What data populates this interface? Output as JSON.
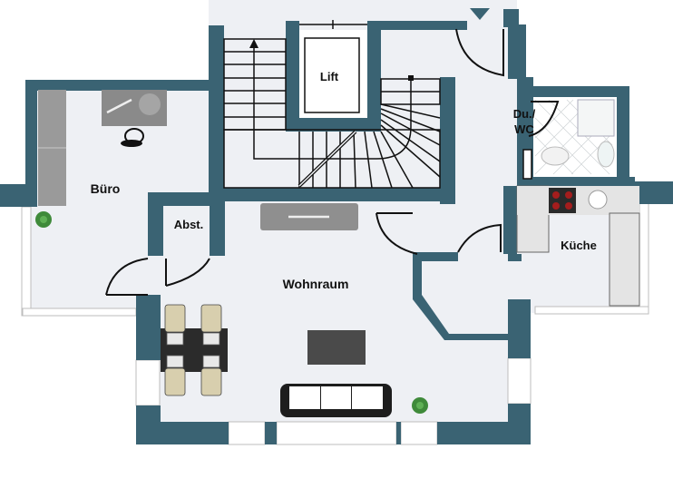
{
  "plan": {
    "title": "Floor plan",
    "colors": {
      "wall": "#3a6373",
      "floor": "#eef0f4",
      "lift_floor": "#ffffff",
      "line": "#111111",
      "furniture_dark": "#2b2b2b",
      "chair": "#d8cfae",
      "plant": "#3f8a3a",
      "cabinet": "#8a8a8a",
      "stove": "#2a2a2a",
      "hotplate": "#a41d1d",
      "window_frame": "#bdbdbd"
    },
    "rooms": [
      {
        "id": "buero",
        "label": "Büro"
      },
      {
        "id": "abst",
        "label": "Abst."
      },
      {
        "id": "lift",
        "label": "Lift"
      },
      {
        "id": "bath",
        "label_line1": "Du./",
        "label_line2": "WC"
      },
      {
        "id": "kueche",
        "label": "Küche"
      },
      {
        "id": "wohnraum",
        "label": "Wohnraum"
      }
    ],
    "icons": {
      "entrance": "entrance-arrow-icon",
      "stairs_direction": "stairs-up-arrow-icon",
      "plant": "plant-icon"
    }
  }
}
